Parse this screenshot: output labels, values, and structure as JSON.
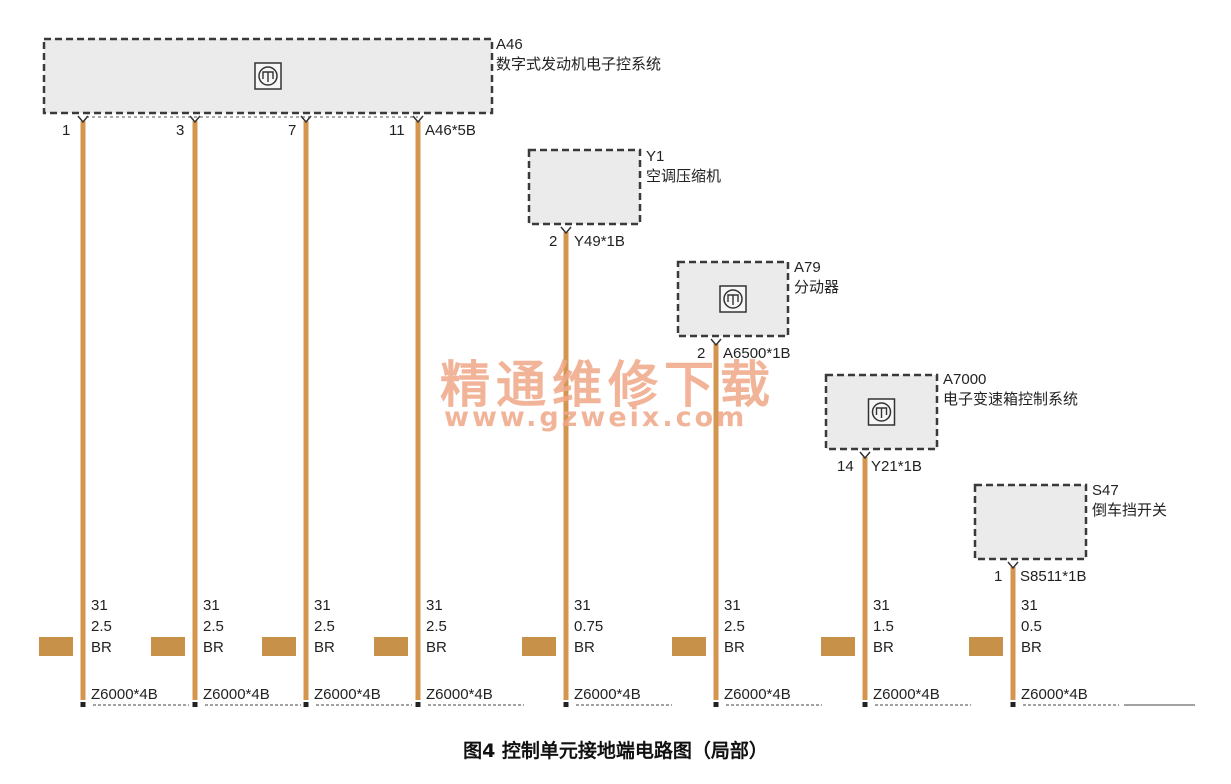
{
  "colors": {
    "wire": "#d4964f",
    "ground_block": "#c8914a",
    "box_fill": "#ebebeb",
    "box_border": "#3a3a3a",
    "watermark": "#f0a888"
  },
  "components": [
    {
      "id": "A46",
      "name": "数字式发动机电子控系统",
      "connector": "A46*5B",
      "has_module_icon": true
    },
    {
      "id": "Y1",
      "name": "空调压缩机",
      "connector": "Y49*1B",
      "has_module_icon": false
    },
    {
      "id": "A79",
      "name": "分动器",
      "connector": "A6500*1B",
      "has_module_icon": true
    },
    {
      "id": "A7000",
      "name": "电子变速箱控制系统",
      "connector": "Y21*1B",
      "has_module_icon": true
    },
    {
      "id": "S47",
      "name": "倒车挡开关",
      "connector": "S8511*1B",
      "has_module_icon": false
    }
  ],
  "wires": [
    {
      "component": "A46",
      "pin": "1",
      "circuit": "31",
      "size": "2.5",
      "color": "BR",
      "ground": "Z6000*4B"
    },
    {
      "component": "A46",
      "pin": "3",
      "circuit": "31",
      "size": "2.5",
      "color": "BR",
      "ground": "Z6000*4B"
    },
    {
      "component": "A46",
      "pin": "7",
      "circuit": "31",
      "size": "2.5",
      "color": "BR",
      "ground": "Z6000*4B"
    },
    {
      "component": "A46",
      "pin": "11",
      "circuit": "31",
      "size": "2.5",
      "color": "BR",
      "ground": "Z6000*4B"
    },
    {
      "component": "Y1",
      "pin": "2",
      "circuit": "31",
      "size": "0.75",
      "color": "BR",
      "ground": "Z6000*4B"
    },
    {
      "component": "A79",
      "pin": "2",
      "circuit": "31",
      "size": "2.5",
      "color": "BR",
      "ground": "Z6000*4B"
    },
    {
      "component": "A7000",
      "pin": "14",
      "circuit": "31",
      "size": "1.5",
      "color": "BR",
      "ground": "Z6000*4B"
    },
    {
      "component": "S47",
      "pin": "1",
      "circuit": "31",
      "size": "0.5",
      "color": "BR",
      "ground": "Z6000*4B"
    }
  ],
  "caption": "图4 控制单元接地端电路图（局部）",
  "watermark": {
    "title": "精通维修下载",
    "url": "www.gzweix.com"
  }
}
